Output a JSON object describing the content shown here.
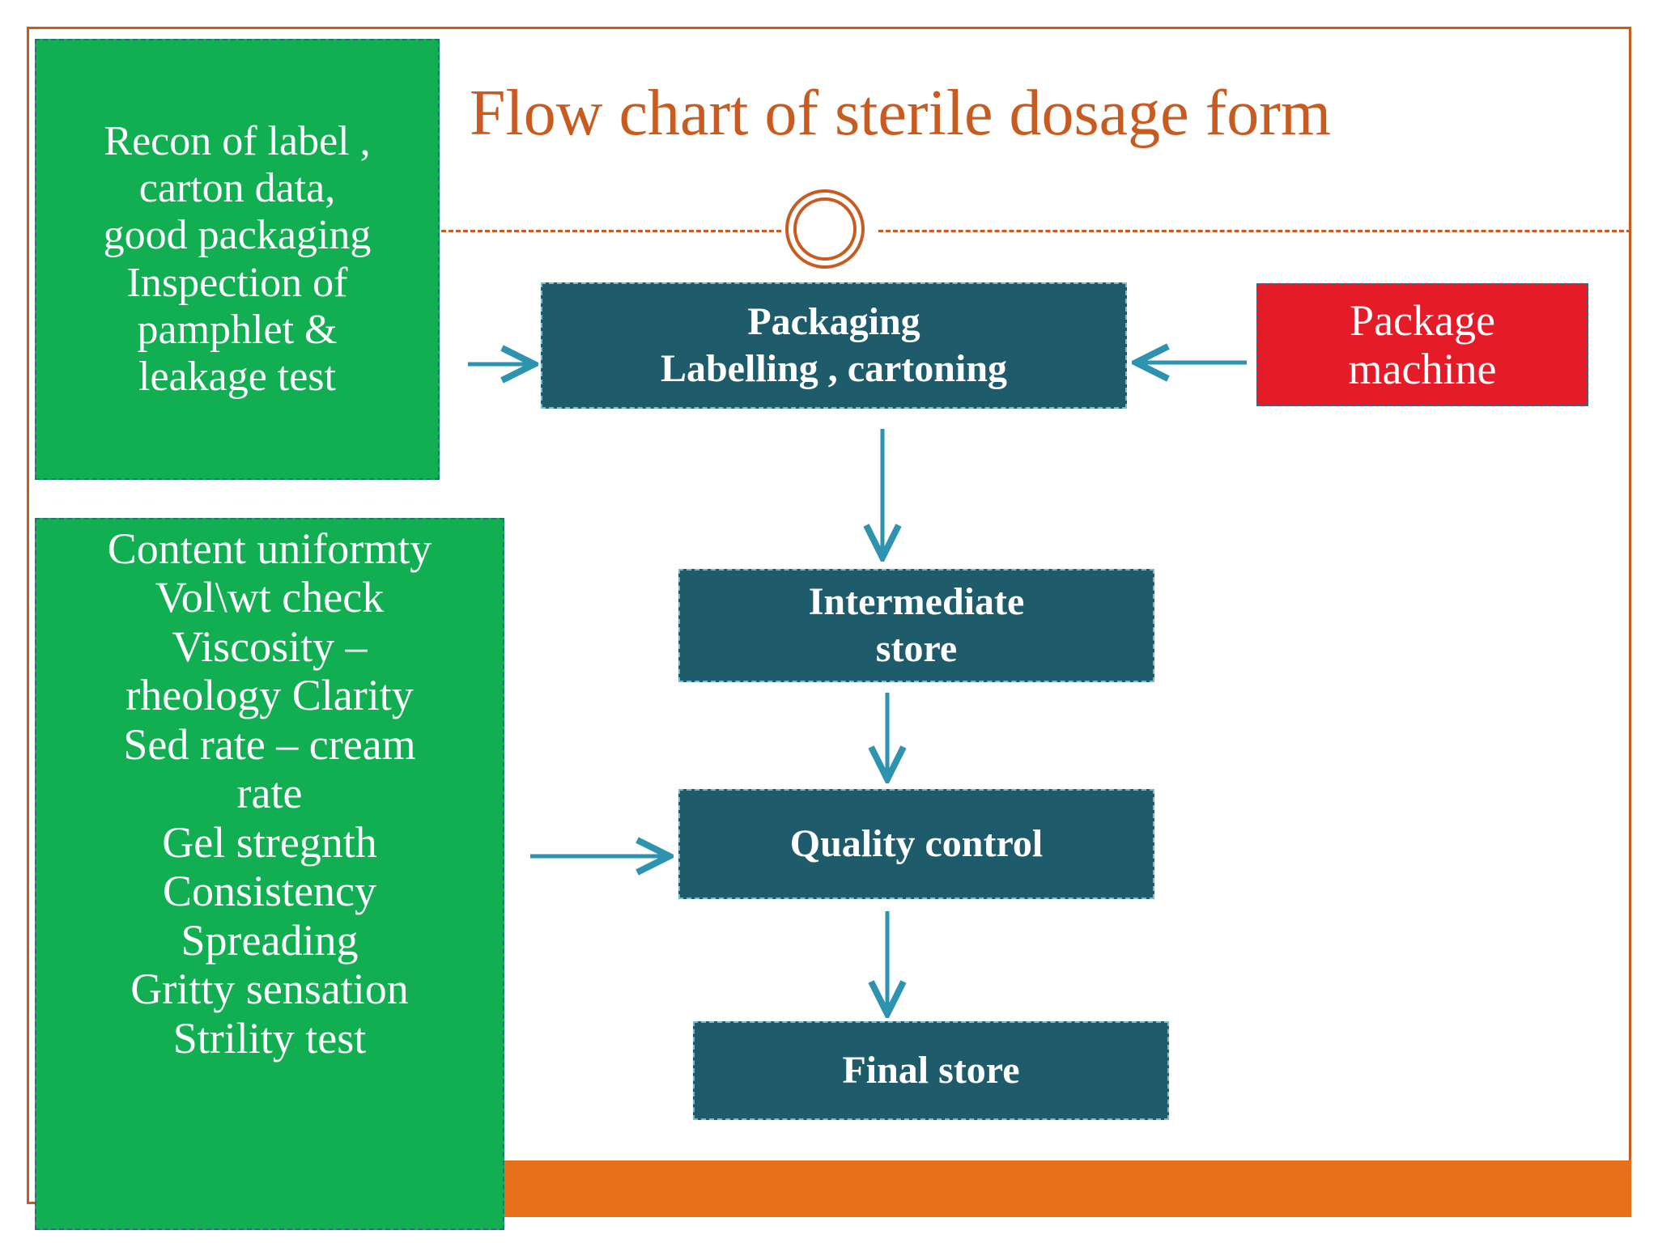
{
  "slide": {
    "title": "Flow chart  of sterile dosage form",
    "title_color": "#C75B20",
    "frame_color": "#C75B20",
    "background": "#FFFFFF",
    "footer_bar_color": "#E8701A"
  },
  "boxes": {
    "green_top": {
      "text": "Recon of label ,\ncarton data,\ngood packaging\nInspection of\npamphlet &\nleakage test",
      "fill": "#11AE52",
      "text_color": "#FFFFFF"
    },
    "green_bottom": {
      "text": "Content uniformty\nVol\\wt check\nViscosity –\nrheology Clarity\nSed rate – cream\nrate\nGel stregnth\nConsistency\nSpreading\nGritty sensation\nStrility test",
      "fill": "#11AE52",
      "text_color": "#FFFFFF"
    },
    "packaging": {
      "text": "Packaging\nLabelling , cartoning",
      "fill": "#1E5C6B",
      "text_color": "#FFFFFF"
    },
    "package_machine": {
      "text": "Package\nmachine",
      "fill": "#E51B28",
      "text_color": "#FFFFFF"
    },
    "intermediate_store": {
      "text": "Intermediate\nstore",
      "fill": "#1E5C6B",
      "text_color": "#FFFFFF"
    },
    "quality_control": {
      "text": "Quality control",
      "fill": "#1E5C6B",
      "text_color": "#FFFFFF"
    },
    "final_store": {
      "text": "Final store",
      "fill": "#1E5C6B",
      "text_color": "#FFFFFF"
    }
  },
  "arrows": {
    "color": "#2E93AE",
    "items": [
      {
        "name": "arrow-green-top-to-packaging",
        "direction": "right"
      },
      {
        "name": "arrow-package-machine-to-packaging",
        "direction": "left"
      },
      {
        "name": "arrow-packaging-to-intermediate",
        "direction": "down"
      },
      {
        "name": "arrow-intermediate-to-quality",
        "direction": "down"
      },
      {
        "name": "arrow-green-bottom-to-quality",
        "direction": "right"
      },
      {
        "name": "arrow-quality-to-final",
        "direction": "down"
      }
    ]
  },
  "ornament": {
    "name": "double-circle-ornament",
    "color": "#C75B20"
  }
}
